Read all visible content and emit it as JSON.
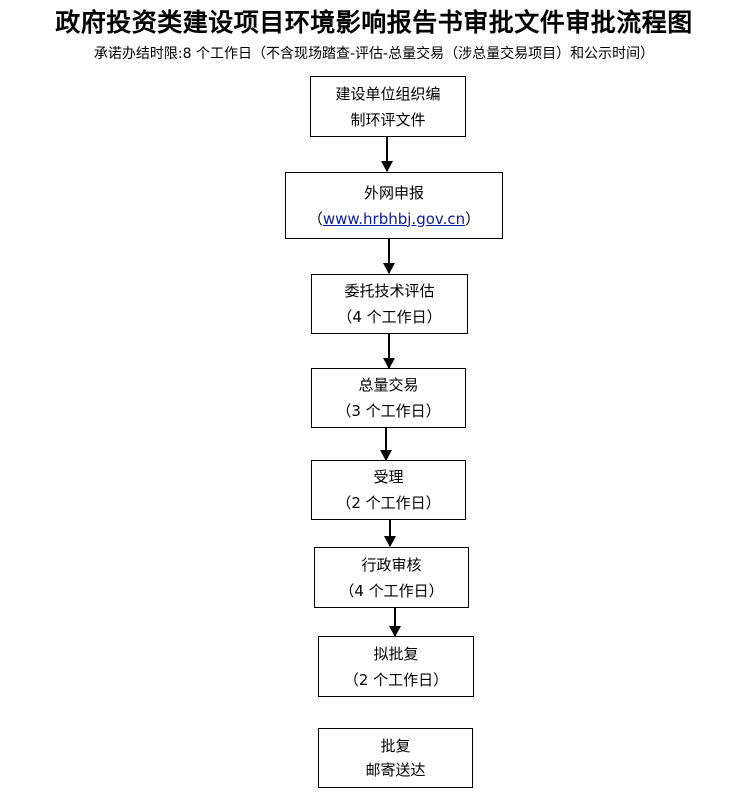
{
  "title": "政府投资类建设项目环境影响报告书审批文件审批流程图",
  "subtitle": "承诺办结时限:8 个工作日（不含现场踏查-评估-总量交易（涉总量交易项目）和公示时间）",
  "steps": [
    {
      "line1": "建设单位组织编",
      "line2": "制环评文件"
    },
    {
      "line1": "外网申报",
      "line2_prefix": "（",
      "link": "www.hrbhbj.gov.cn",
      "line2_suffix": "）"
    },
    {
      "line1": "委托技术评估",
      "line2": "（4 个工作日）"
    },
    {
      "line1": "总量交易",
      "line2": "（3 个工作日）"
    },
    {
      "line1": "受理",
      "line2": "（2 个工作日）"
    },
    {
      "line1": "行政审核",
      "line2": "（4 个工作日）"
    },
    {
      "line1": "拟批复",
      "line2": "（2 个工作日）"
    },
    {
      "line1": "批复",
      "line2": "邮寄送达"
    }
  ]
}
